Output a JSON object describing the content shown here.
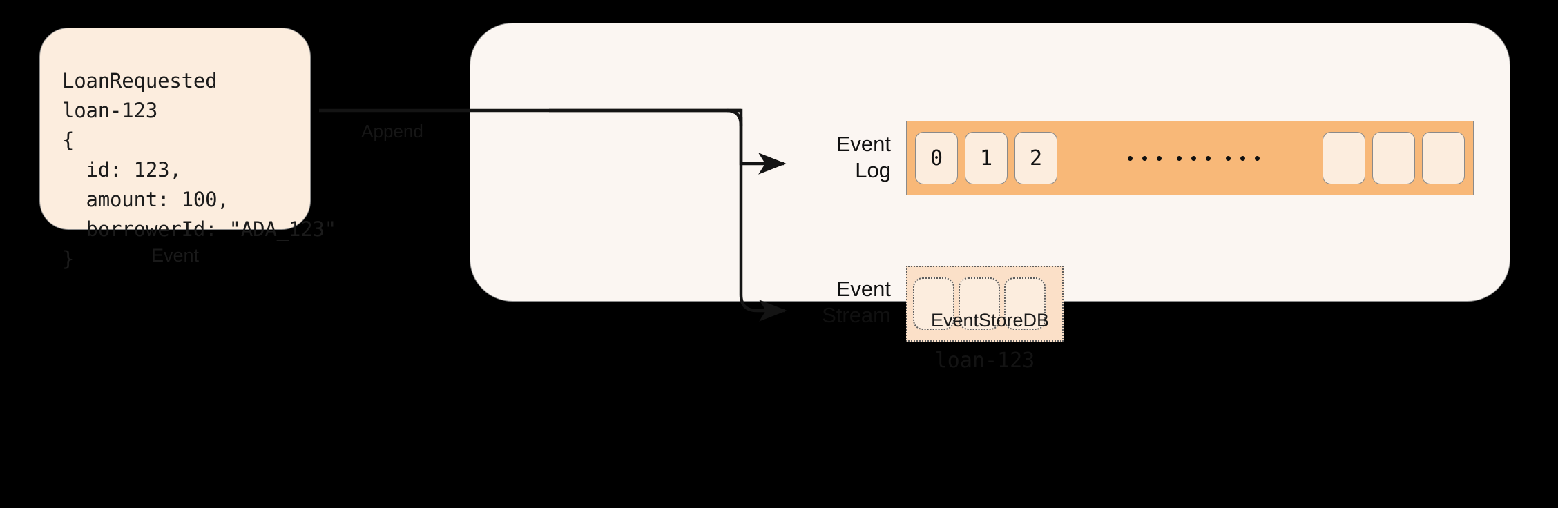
{
  "diagram": {
    "background_color": "#000000",
    "accent_orange": "#F8B878",
    "card_cream": "#FCEDDE",
    "panel_cream": "#FBF6F2",
    "stream_fill": "#FBE0C8",
    "border_gray": "#8A8A8A"
  },
  "event_card": {
    "caption": "Event",
    "code": "LoanRequested\nloan-123\n{\n  id: 123,\n  amount: 100,\n  borrowerId: \"ADA_123\"\n}"
  },
  "connector": {
    "label": "Append",
    "targets": [
      "Event Log",
      "Event Stream"
    ]
  },
  "event_store": {
    "caption": "EventStoreDB",
    "event_log": {
      "label": "Event\nLog",
      "cells": [
        "0",
        "1",
        "2"
      ],
      "dot_groups": 3,
      "dots_per_group": 3,
      "tail_cells": 3
    },
    "event_stream": {
      "label": "Event\nStream",
      "cells": 3,
      "stream_name": "loan-123"
    }
  }
}
